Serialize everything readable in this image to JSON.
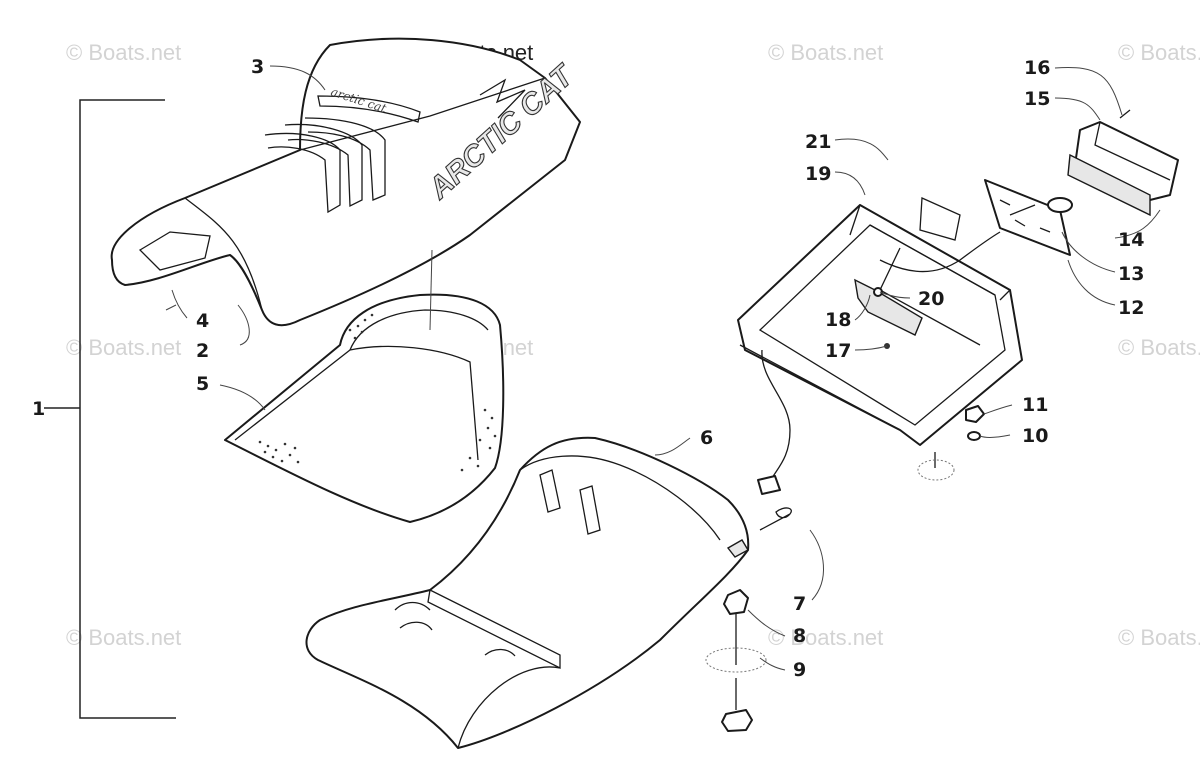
{
  "copyright": "© Boats.net",
  "watermark": "© Boats.net",
  "seat_logo": "ARCTIC CAT",
  "seat_script": "arctic cat",
  "callouts": {
    "c1": "1",
    "c2": "2",
    "c3": "3",
    "c4": "4",
    "c5": "5",
    "c6": "6",
    "c7": "7",
    "c8": "8",
    "c9": "9",
    "c10": "10",
    "c11": "11",
    "c12": "12",
    "c13": "13",
    "c14": "14",
    "c15": "15",
    "c16": "16",
    "c17": "17",
    "c18": "18",
    "c19": "19",
    "c20": "20",
    "c21": "21"
  }
}
